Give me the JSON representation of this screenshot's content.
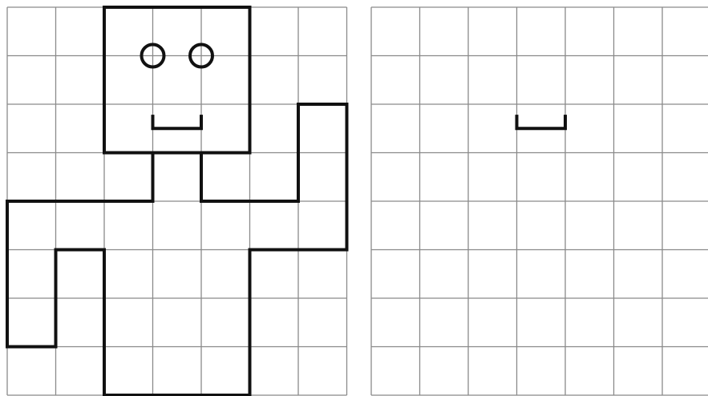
{
  "colors": {
    "background": "#ffffff",
    "grid_line": "#8a8a8a",
    "drawing_line": "#111111"
  },
  "grids": [
    {
      "name": "left-grid",
      "columns": 7,
      "rows": 8,
      "figure": "robot",
      "features": [
        "head",
        "left-eye",
        "right-eye",
        "mouth",
        "body",
        "raised-arm",
        "lowered-arm"
      ]
    },
    {
      "name": "right-grid",
      "columns": 7,
      "rows": 8,
      "figure": "mouth-only",
      "features": [
        "mouth"
      ]
    }
  ]
}
